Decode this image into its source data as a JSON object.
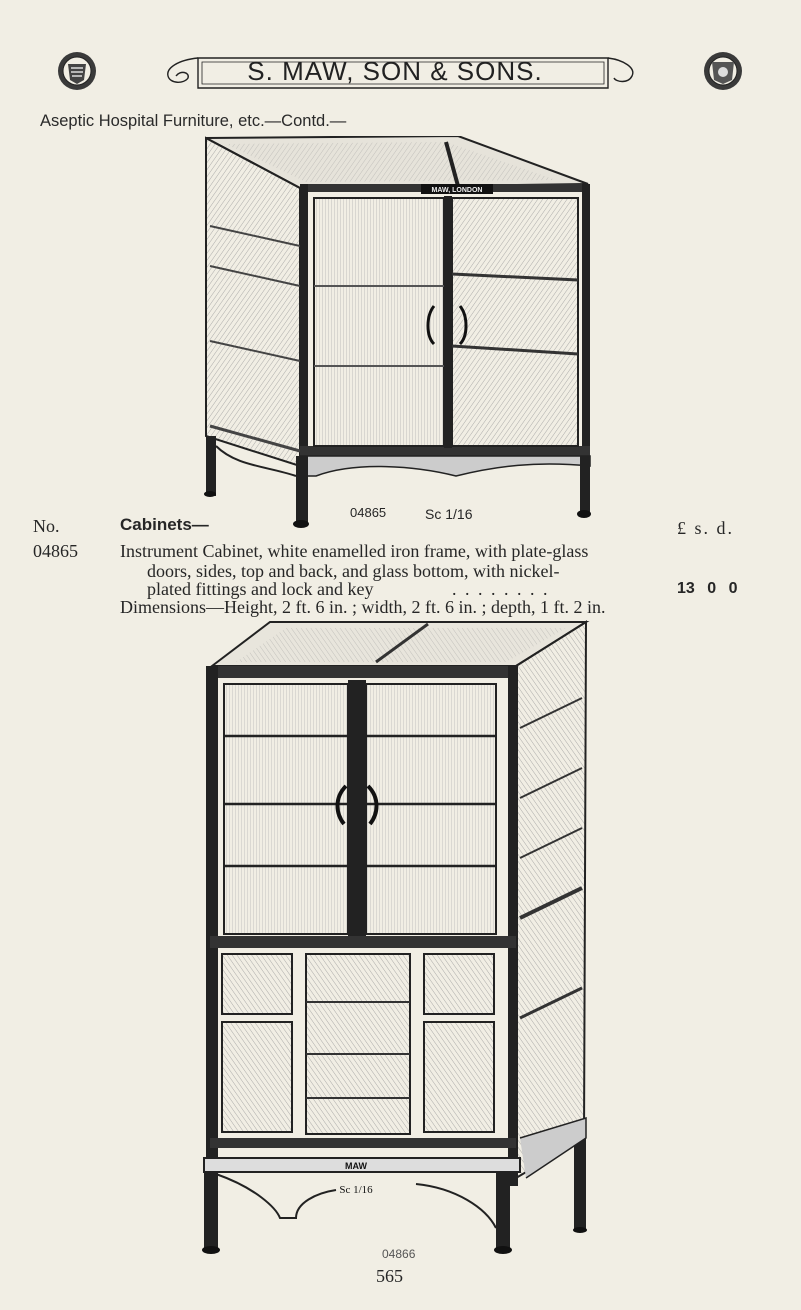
{
  "header": {
    "banner_text": "S. MAW, SON & SONS.",
    "section_title": "Aseptic Hospital Furniture, etc.—Contd.—"
  },
  "figure1": {
    "plaque": "MAW, LONDON",
    "number": "04865",
    "scale": "Sc 1/16"
  },
  "catalogue": {
    "column_no": "No.",
    "category": "Cabinets—",
    "price_head": "£ s. d.",
    "item_no": "04865",
    "description_lines": [
      "Instrument Cabinet, white enamelled iron frame, with plate-glass",
      "doors, sides, top and back, and glass bottom, with nickel-",
      "plated fittings and lock and key",
      "Dimensions—Height, 2 ft. 6 in. ; width, 2 ft. 6 in. ; depth, 1 ft. 2 in."
    ],
    "leaders": ". .   . .   . .   . .",
    "price": "13 0 0"
  },
  "figure2": {
    "plaque": "MAW",
    "scale": "Sc 1/16",
    "number": "04866"
  },
  "page_number": "565",
  "colors": {
    "paper": "#f1eee4",
    "ink": "#262626"
  },
  "icons": [
    "crest-emblem-icon",
    "ornament-scroll-icon"
  ]
}
